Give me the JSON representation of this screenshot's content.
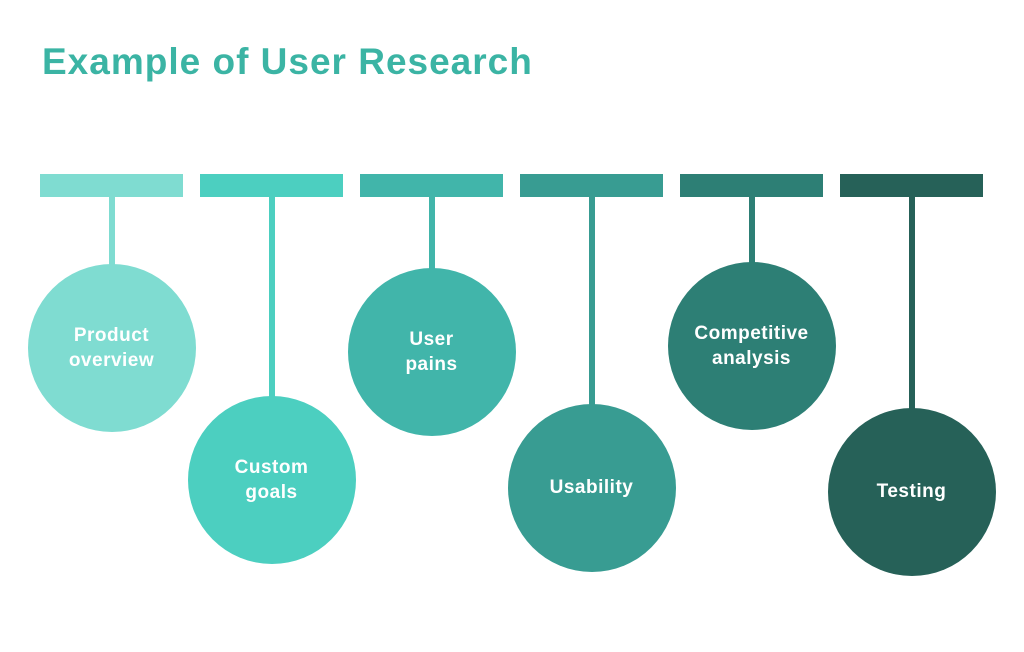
{
  "title": "Example of User Research",
  "colors": {
    "title": "#3bb4a4",
    "label_text": "#ffffff",
    "background": "#ffffff"
  },
  "items": [
    {
      "label": "Product\noverview",
      "color": "#7fdcd1",
      "position": "up"
    },
    {
      "label": "Custom\ngoals",
      "color": "#4ccfc0",
      "position": "down"
    },
    {
      "label": "User\npains",
      "color": "#41b5aa",
      "position": "up"
    },
    {
      "label": "Usability",
      "color": "#389c92",
      "position": "down"
    },
    {
      "label": "Competitive\nanalysis",
      "color": "#2d7f75",
      "position": "up"
    },
    {
      "label": "Testing",
      "color": "#266158",
      "position": "down"
    }
  ]
}
